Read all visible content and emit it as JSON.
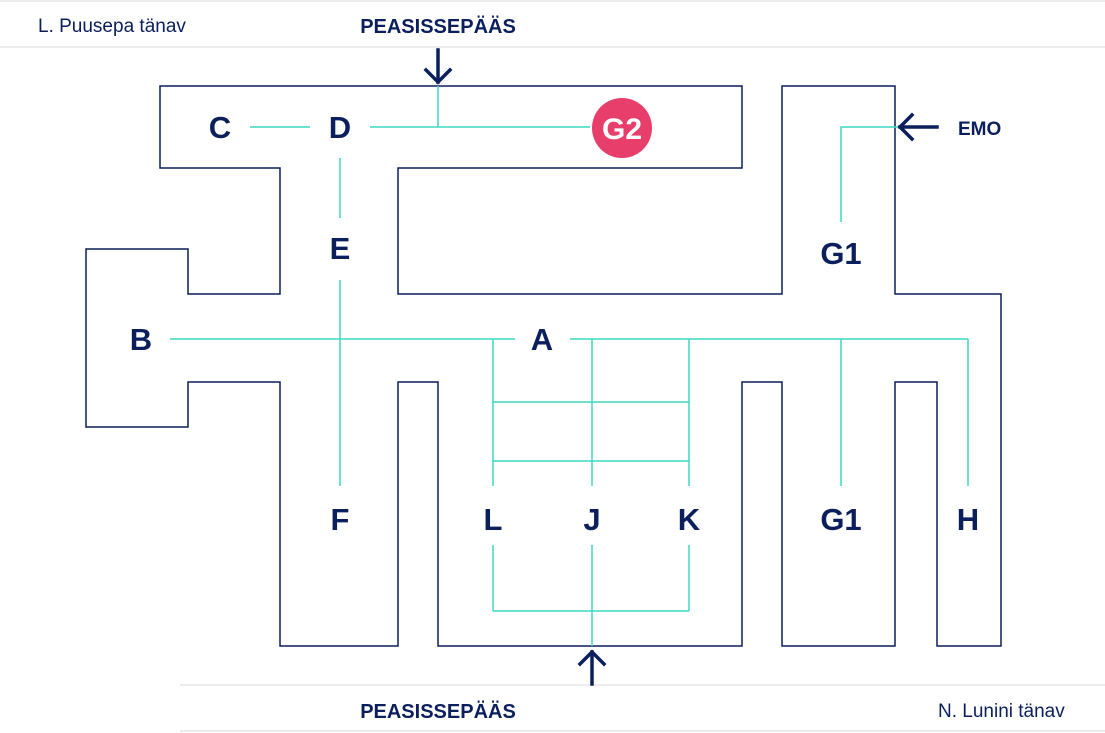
{
  "streets": {
    "top_left": "L. Puusepa tänav",
    "bottom_right": "N. Lunini tänav"
  },
  "entrances": {
    "main_top": "PEASISSEPÄÄS",
    "main_bottom": "PEASISSEPÄÄS",
    "emergency": "EMO"
  },
  "buildings": {
    "A": "A",
    "B": "B",
    "C": "C",
    "D": "D",
    "E": "E",
    "F": "F",
    "G1_upper": "G1",
    "G1_lower": "G1",
    "H": "H",
    "J": "J",
    "K": "K",
    "L": "L"
  },
  "highlight": {
    "label": "G2",
    "color": "#e83e6c"
  },
  "colors": {
    "outline": "#0b1f5c",
    "path": "#3fd9c2",
    "separator": "#e6e6e6"
  }
}
